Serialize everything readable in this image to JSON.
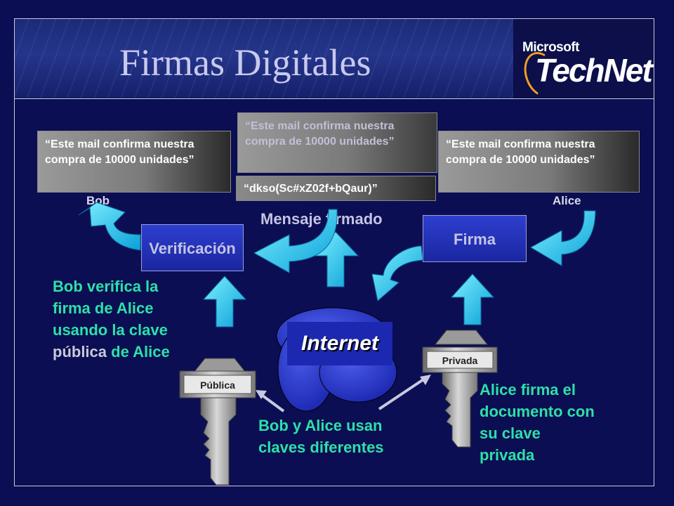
{
  "title": "Firmas Digitales",
  "logo": {
    "line1": "Microsoft",
    "line2": "TechNet"
  },
  "messages": {
    "left": "“Este mail confirma nuestra compra de 10000 unidades”",
    "right": "“Este mail confirma nuestra compra de 10000 unidades”",
    "center": "“Este mail confirma nuestra compra de 10000 unidades”",
    "signature": "“dkso(Sc#xZ02f+bQaur)”"
  },
  "labels": {
    "bob": "Bob",
    "alice": "Alice",
    "signed_message": "Mensaje firmado"
  },
  "boxes": {
    "verification": "Verificación",
    "signature": "Firma"
  },
  "internet": "Internet",
  "keys": {
    "public": "Pública",
    "private": "Privada"
  },
  "notes": {
    "bob_verifies_part1": "Bob verifica la firma de Alice usando la clave",
    "bob_verifies_highlight": "pública",
    "bob_verifies_part2": "de Alice",
    "different_keys": "Bob y Alice usan claves diferentes",
    "alice_signs": "Alice firma el documento con su clave privada"
  },
  "colors": {
    "background": "#0b0e52",
    "arrow": "#19c8f0",
    "note_text": "#2de0a8",
    "box_blue": "#2230c0"
  }
}
